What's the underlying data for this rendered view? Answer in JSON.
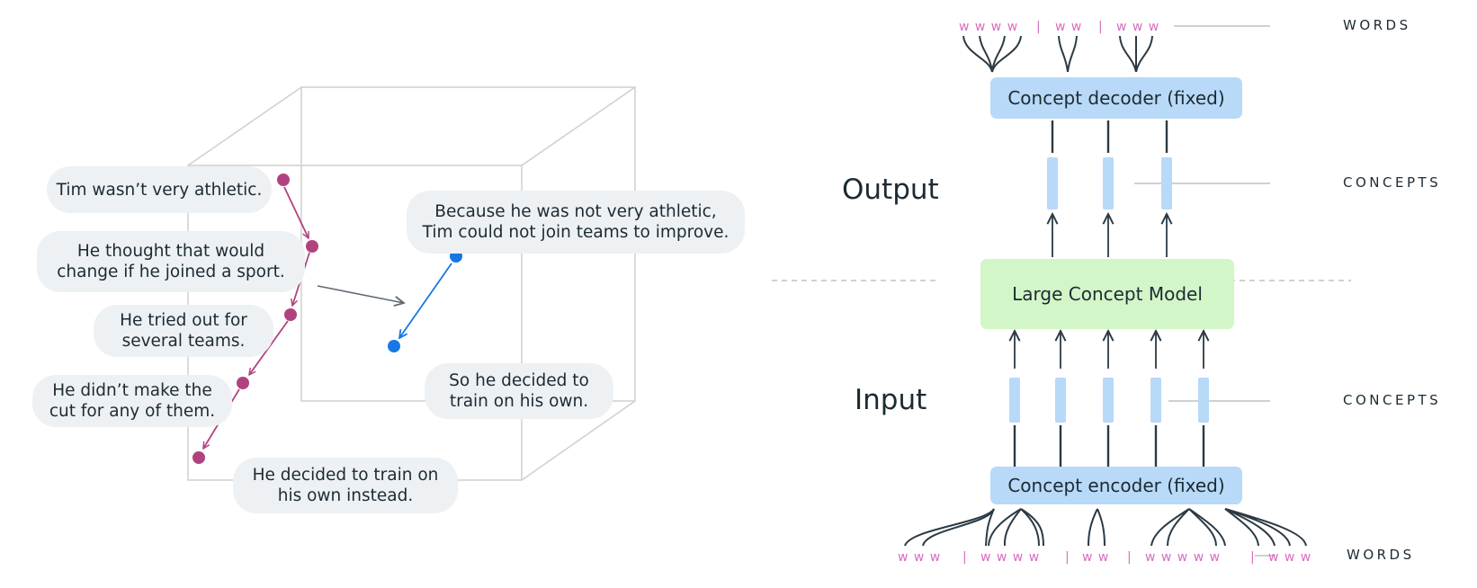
{
  "left_panel": {
    "sentences": [
      {
        "lines": [
          "Tim wasn’t very athletic."
        ]
      },
      {
        "lines": [
          "He thought that would",
          "change if he joined a sport."
        ]
      },
      {
        "lines": [
          "He tried out for",
          "several teams."
        ]
      },
      {
        "lines": [
          "He didn’t make the",
          "cut for any of them."
        ]
      },
      {
        "lines": [
          "He decided to train on",
          "his own instead."
        ]
      }
    ],
    "summary": [
      {
        "lines": [
          "Because he was not very athletic,",
          "Tim could not join teams to improve."
        ]
      },
      {
        "lines": [
          "So he decided to",
          "train on his own."
        ]
      }
    ],
    "colors": {
      "sentence_path": "#b0437f",
      "summary_path": "#1877e6",
      "cube_edge": "#cfcfcf"
    }
  },
  "right_panel": {
    "output_label": "Output",
    "input_label": "Input",
    "decoder_label": "Concept decoder (fixed)",
    "model_label": "Large Concept Model",
    "encoder_label": "Concept encoder (fixed)",
    "side_labels": {
      "words_top": "WORDS",
      "concepts_top": "CONCEPTS",
      "concepts_bottom": "CONCEPTS",
      "words_bottom": "WORDS"
    },
    "top_words": [
      "w w w w",
      "|",
      "w w",
      "|",
      "w w w"
    ],
    "bottom_words": [
      "w w w",
      "|",
      "w w w w",
      "|",
      "w w",
      "|",
      "w w w w w",
      "|",
      "w w w"
    ],
    "colors": {
      "box_blue": "#b8d9f8",
      "box_green": "#d3f6c8",
      "concept_bar": "#b8d9f8",
      "words": "#d76dbe"
    }
  }
}
